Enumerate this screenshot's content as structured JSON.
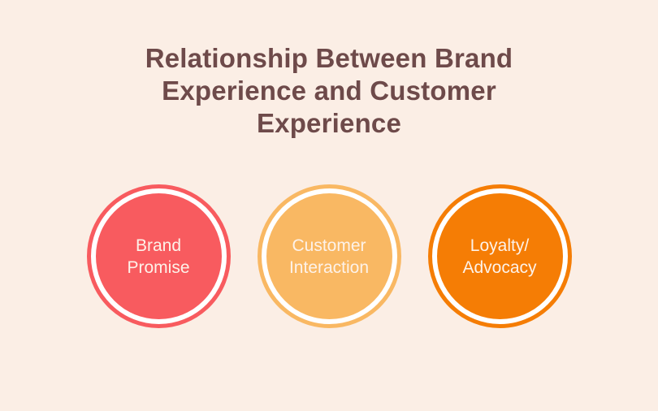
{
  "page": {
    "background_color": "#FBEEE5"
  },
  "title": {
    "text": "Relationship Between Brand Experience and Customer Experience",
    "lines": [
      "Relationship Between Brand",
      "Experience and Customer",
      "Experience"
    ],
    "color": "#6E4A4A"
  },
  "diagram": {
    "type": "three-stage-circles",
    "ring_gap_color": "#FFFFFF",
    "circles": [
      {
        "label": "Brand Promise",
        "lines": [
          "Brand",
          "Promise"
        ],
        "color": "#F85B5F",
        "text_color": "#FDF2E9"
      },
      {
        "label": "Customer Interaction",
        "lines": [
          "Customer",
          "Interaction"
        ],
        "color": "#F9B863",
        "text_color": "#FDF2E9"
      },
      {
        "label": "Loyalty/Advocacy",
        "lines": [
          "Loyalty/",
          "Advocacy"
        ],
        "color": "#F57D05",
        "text_color": "#FDF2E9"
      }
    ]
  }
}
